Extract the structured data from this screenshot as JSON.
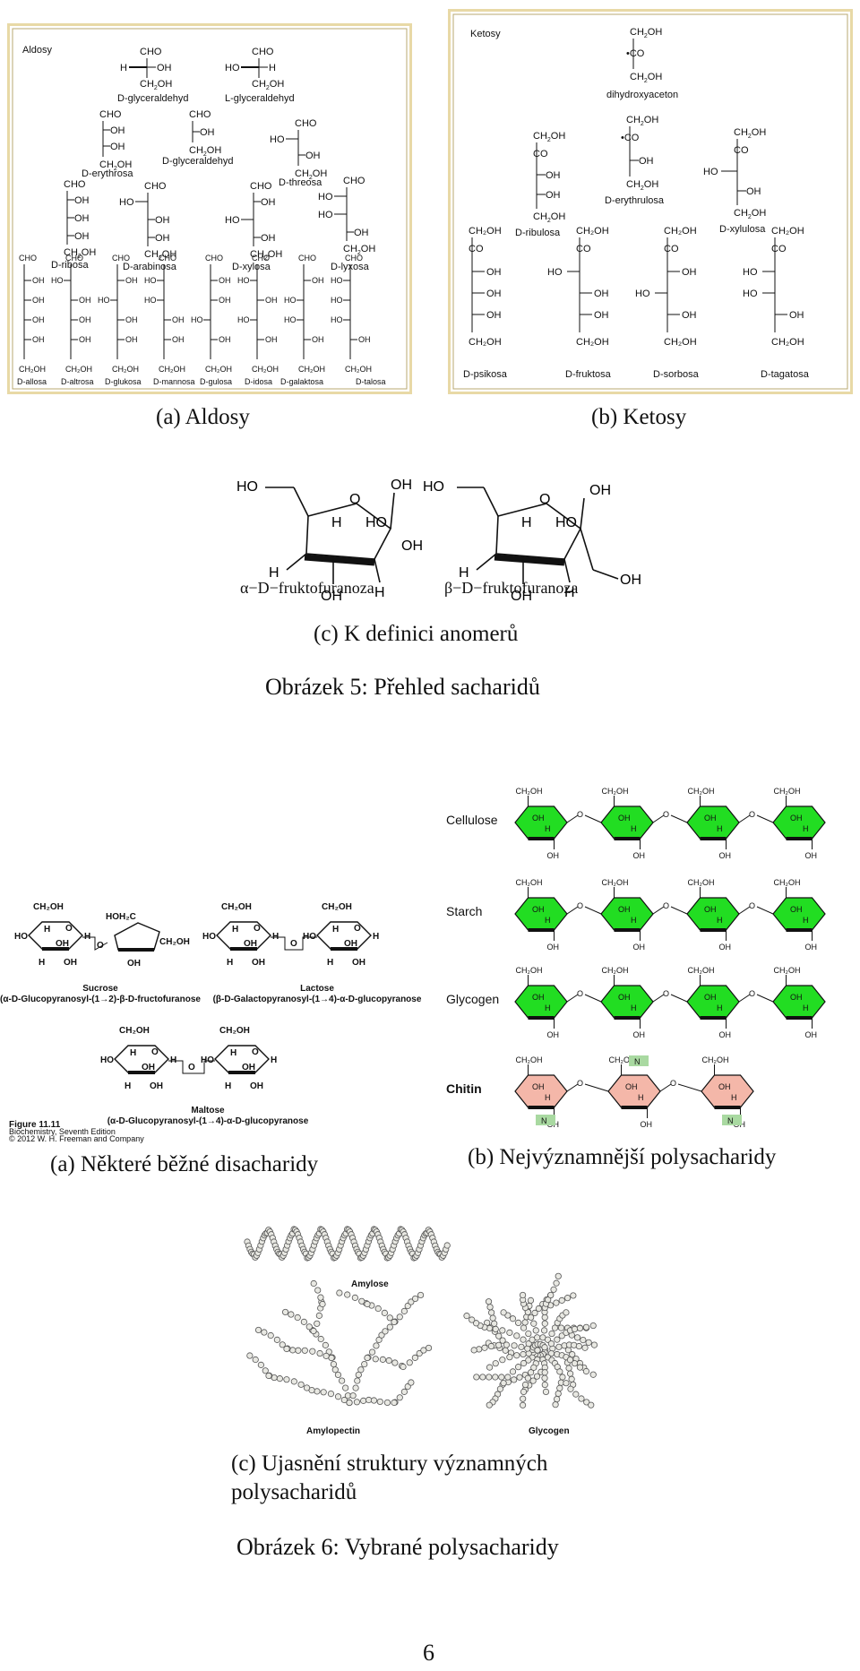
{
  "fig5": {
    "aldosy": {
      "panel_label": "Aldosy",
      "compounds": [
        "D-glyceraldehyd",
        "L-glyceraldehyd",
        "D-erythrosa",
        "D-glyceraldehyd",
        "D-threosa",
        "D-ribosa",
        "D-arabinosa",
        "D-xylosa",
        "D-lyxosa",
        "D-allosa",
        "D-altrosa",
        "D-glukosa",
        "D-mannosa",
        "D-gulosa",
        "D-idosa",
        "D-galaktosa",
        "D-talosa"
      ]
    },
    "ketosy": {
      "panel_label": "Ketosy",
      "compounds": [
        "dihydroxyaceton",
        "D-ribulosa",
        "D-erythrulosa",
        "D-xylulosa",
        "D-psikosa",
        "D-fruktosa",
        "D-sorbosa",
        "D-tagatosa"
      ]
    },
    "anomers": {
      "alpha_label": "α−D−fruktofuranoza",
      "beta_label": "β−D−fruktofuranoza"
    },
    "captions": {
      "a": "(a) Aldosy",
      "b": "(b) Ketosy",
      "c": "(c) K definici anomerů"
    },
    "title": "Obrázek 5: Přehled sacharidů"
  },
  "fig6": {
    "disaccharides": {
      "sucrose_name": "Sucrose",
      "sucrose_full": "(α-D-Glucopyranosyl-(1→2)-β-D-fructofuranose",
      "lactose_name": "Lactose",
      "lactose_full": "(β-D-Galactopyranosyl-(1→4)-α-D-glucopyranose",
      "maltose_name": "Maltose",
      "maltose_full": "(α-D-Glucopyranosyl-(1→4)-α-D-glucopyranose",
      "figure_ref": "Figure 11.11",
      "figure_book": "Biochemistry, Seventh Edition",
      "figure_copy": "© 2012 W. H. Freeman and Company"
    },
    "polysaccharides": {
      "rows": [
        "Cellulose",
        "Starch",
        "Glycogen",
        "Chitin"
      ]
    },
    "structures": {
      "amylose": "Amylose",
      "amylopectin": "Amylopectin",
      "glycogen": "Glycogen"
    },
    "captions": {
      "a": "(a) Některé běžné disacharidy",
      "b": "(b) Nejvýznamnější polysacharidy",
      "c_line1": "(c)  Ujasnění  struktury  významných",
      "c_line2": "polysacharidů"
    },
    "title": "Obrázek 6: Vybrané polysacharidy"
  },
  "page_number": "6",
  "colors": {
    "green_ring": "#22dd22",
    "pink_ring": "#f4b7a9",
    "nac_box": "#a9d9a1",
    "panel_border": "#e8d9a6"
  }
}
